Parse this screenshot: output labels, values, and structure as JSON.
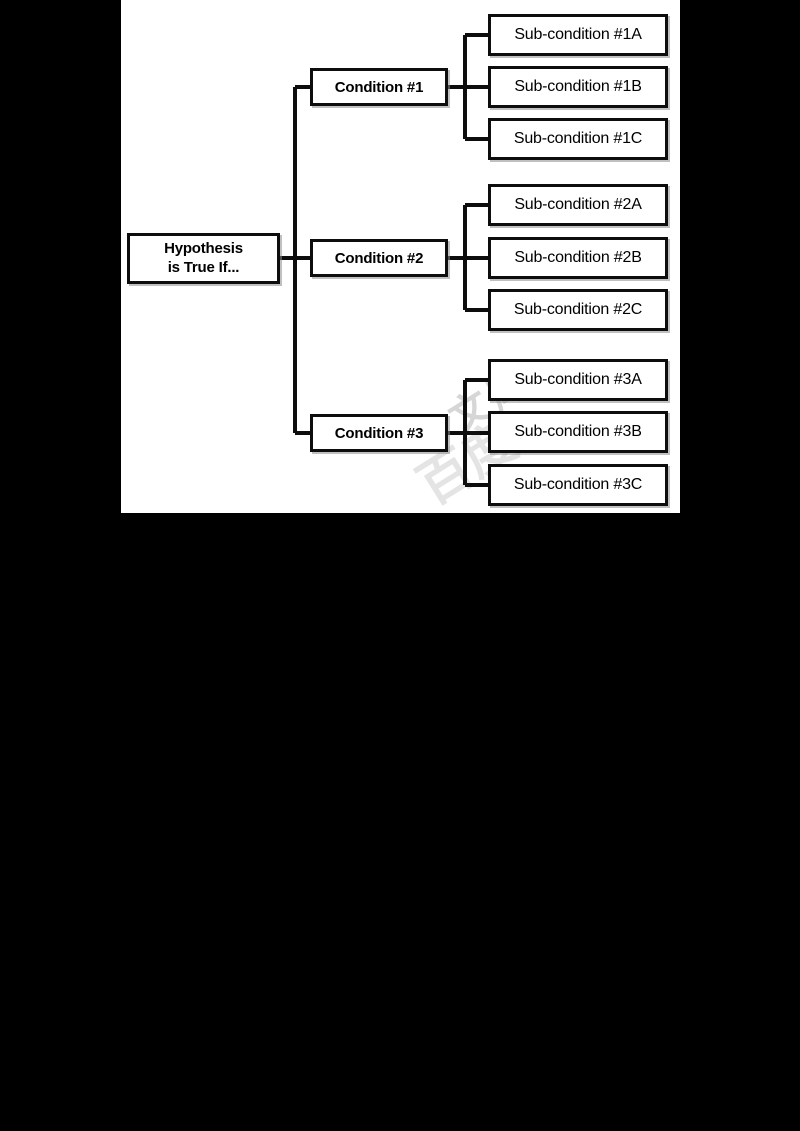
{
  "diagram": {
    "type": "hypothesis-tree",
    "title": "Hypothesis is True If... condition tree",
    "canvas": {
      "background_color": "#ffffff",
      "page_background_color": "#000000",
      "border_color": "#0d0d0d"
    },
    "root": {
      "id": "root",
      "label": "Hypothesis\nis True If...",
      "line1": "Hypothesis",
      "line2": "is True If..."
    },
    "conditions": [
      {
        "id": "condition-1",
        "label": "Condition #1",
        "sub_conditions": [
          {
            "id": "sub-1a",
            "label": "Sub-condition #1A"
          },
          {
            "id": "sub-1b",
            "label": "Sub-condition #1B"
          },
          {
            "id": "sub-1c",
            "label": "Sub-condition #1C"
          }
        ]
      },
      {
        "id": "condition-2",
        "label": "Condition #2",
        "sub_conditions": [
          {
            "id": "sub-2a",
            "label": "Sub-condition #2A"
          },
          {
            "id": "sub-2b",
            "label": "Sub-condition #2B"
          },
          {
            "id": "sub-2c",
            "label": "Sub-condition #2C"
          }
        ]
      },
      {
        "id": "condition-3",
        "label": "Condition #3",
        "sub_conditions": [
          {
            "id": "sub-3a",
            "label": "Sub-condition #3A"
          },
          {
            "id": "sub-3b",
            "label": "Sub-condition #3B"
          },
          {
            "id": "sub-3c",
            "label": "Sub-condition #3C"
          }
        ]
      }
    ],
    "watermark": {
      "text_1": "文库",
      "text_2": "百度"
    }
  }
}
